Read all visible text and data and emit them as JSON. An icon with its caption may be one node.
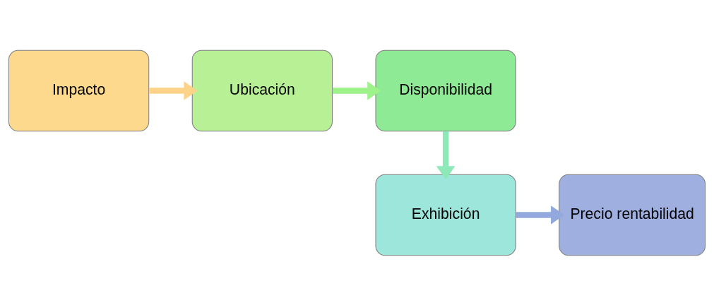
{
  "diagram": {
    "nodes": [
      {
        "text": [
          "Impacto"
        ]
      },
      {
        "text": [
          "Ubicación"
        ]
      },
      {
        "text": [
          "Disponibilidad"
        ]
      },
      {
        "text": [
          "Exhibición"
        ]
      },
      {
        "text": [
          "Precio rentabilidad"
        ]
      }
    ],
    "edges": [
      {
        "from": 0,
        "to": 1,
        "arrow": "to",
        "color": "#fdd38a"
      },
      {
        "from": 1,
        "to": 2,
        "arrow": "to",
        "color": "#9ef28a"
      },
      {
        "from": 2,
        "to": 3,
        "arrow": "to",
        "color": "#8ee8b8"
      },
      {
        "from": 3,
        "to": 4,
        "arrow": "to",
        "color": "#93a8dc"
      }
    ]
  }
}
